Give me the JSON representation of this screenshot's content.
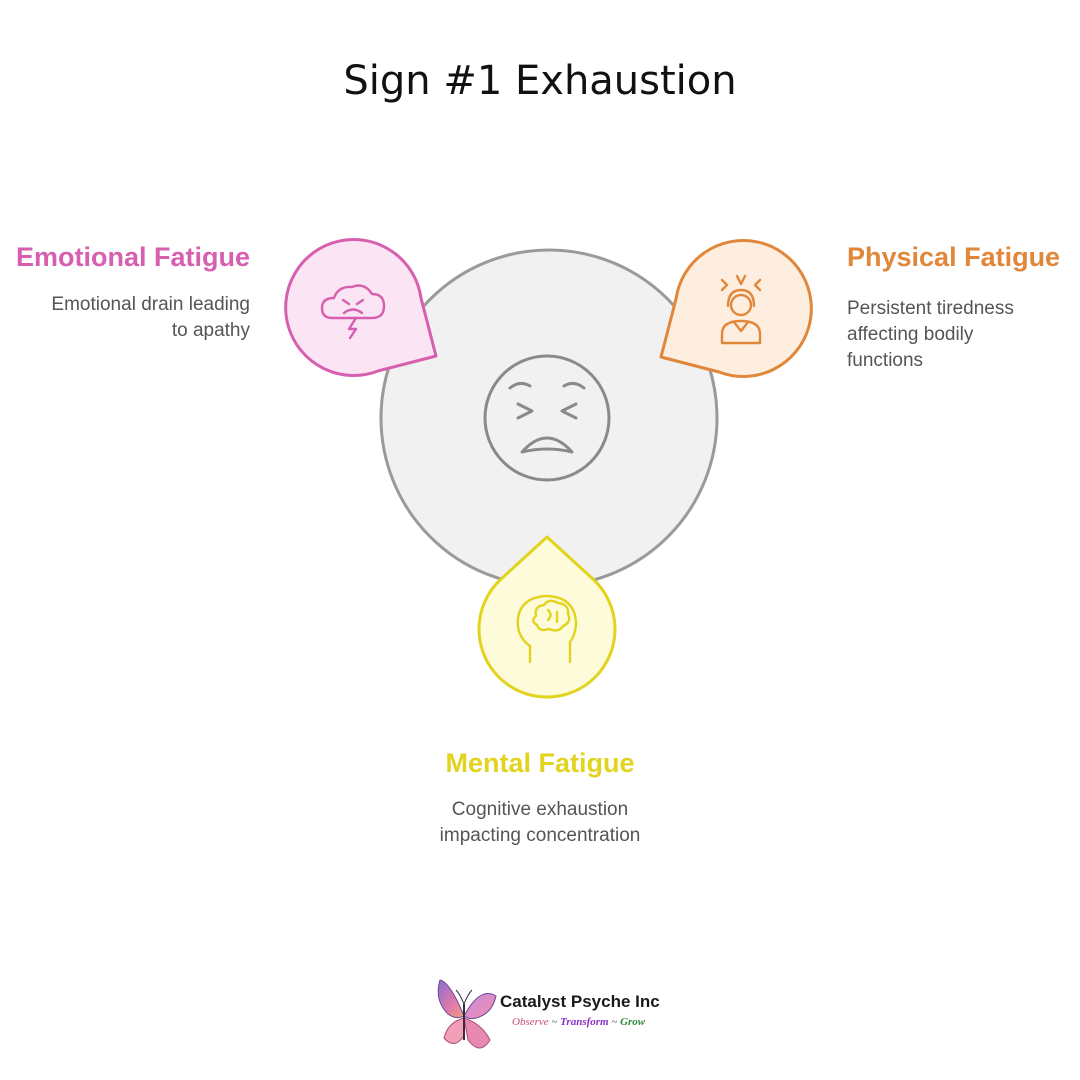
{
  "title": "Sign #1 Exhaustion",
  "center_icon": "exhausted-face-icon",
  "items": [
    {
      "key": "emotional",
      "heading": "Emotional Fatigue",
      "description_lines": [
        "Emotional drain leading",
        "to apathy"
      ],
      "icon": "storm-cloud-icon",
      "color": "#d65fb0",
      "fill": "#fbe4f4"
    },
    {
      "key": "physical",
      "heading": "Physical Fatigue",
      "description_lines": [
        "Persistent tiredness",
        "affecting bodily",
        "functions"
      ],
      "icon": "stressed-person-icon",
      "color": "#e0873a",
      "fill": "#fdeee0"
    },
    {
      "key": "mental",
      "heading": "Mental Fatigue",
      "description_lines": [
        "Cognitive exhaustion",
        "impacting concentration"
      ],
      "icon": "head-brain-icon",
      "color": "#e2d31f",
      "fill": "#fdfbd9"
    }
  ],
  "logo": {
    "name": "Catalyst Psyche Inc",
    "tagline_parts": [
      {
        "text": "Observe",
        "color": "#c44a7a"
      },
      {
        "text": " ~ ",
        "color": "#555555"
      },
      {
        "text": "Transform",
        "color": "#8a2fc2"
      },
      {
        "text": " ~ ",
        "color": "#555555"
      },
      {
        "text": "Grow",
        "color": "#2e8b3a"
      }
    ]
  }
}
